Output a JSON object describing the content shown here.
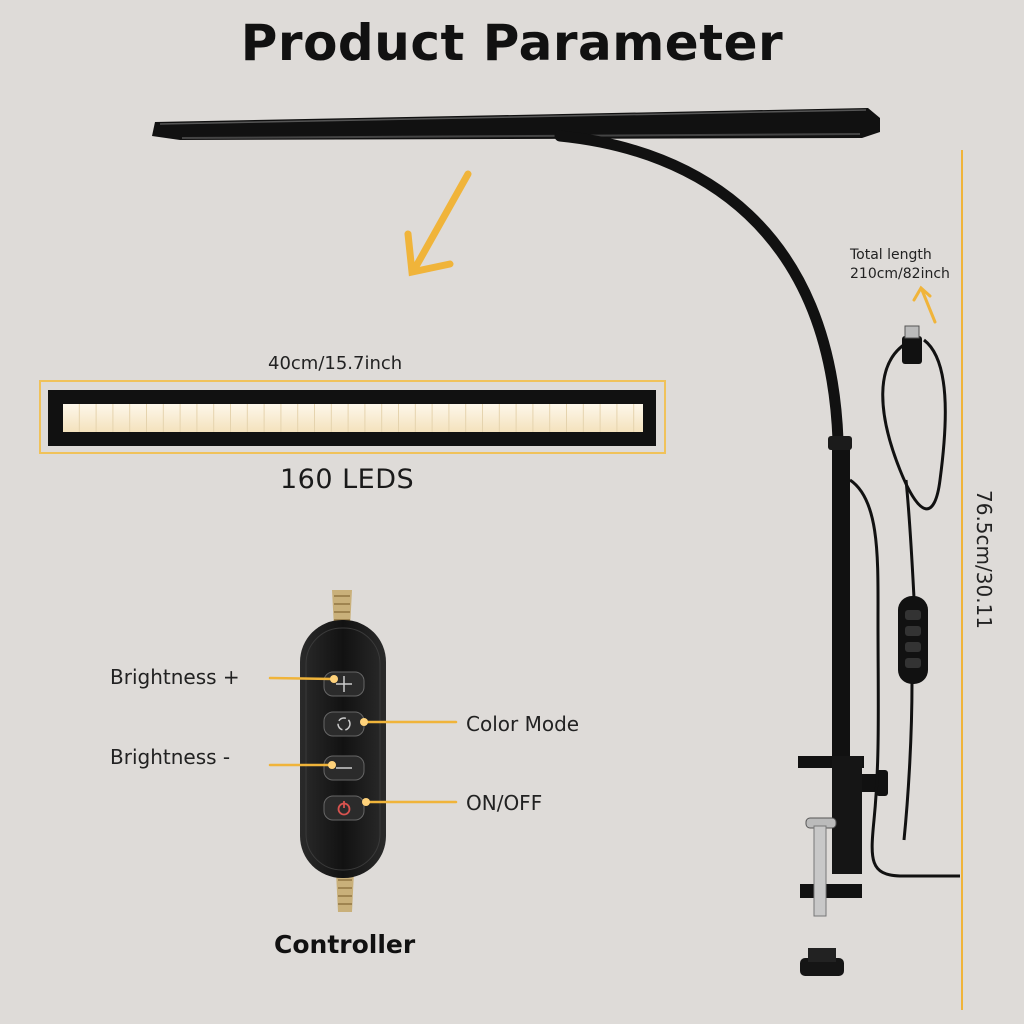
{
  "page": {
    "title": "Product Parameter"
  },
  "lamp_bar": {
    "width_label": "40cm/15.7inch",
    "led_count_label": "160 LEDS"
  },
  "cable": {
    "total_length_line1": "Total length",
    "total_length_line2": "210cm/82inch"
  },
  "height": {
    "label": "76.5cm/30.11"
  },
  "controller": {
    "title": "Controller",
    "buttons": [
      {
        "label": "Brightness +",
        "icon": "plus-icon"
      },
      {
        "label": "Color Mode",
        "icon": "color-mode-icon"
      },
      {
        "label": "Brightness -",
        "icon": "minus-icon"
      },
      {
        "label": "ON/OFF",
        "icon": "power-icon"
      }
    ]
  },
  "colors": {
    "background": "#dedbd8",
    "accent_gold": "#f0b43a",
    "lamp_black": "#111111",
    "led_warm": "#fbf0d8"
  }
}
